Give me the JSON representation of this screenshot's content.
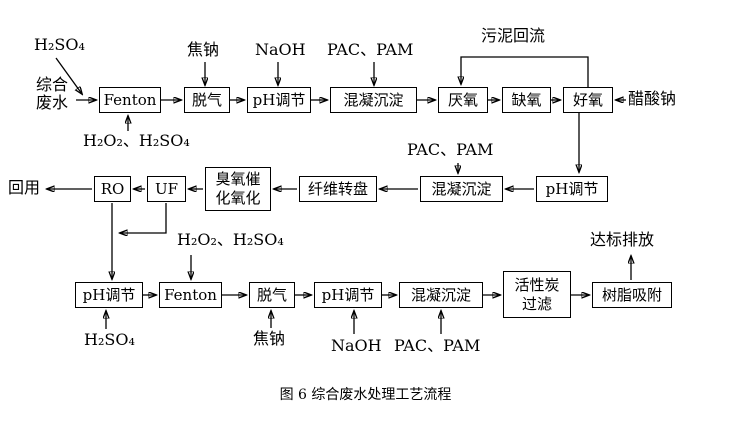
{
  "caption": "图 6 综合废水处理工艺流程",
  "labels": {
    "h2so4_top": "H₂SO₄",
    "soda_top": "焦钠",
    "naoh_top": "NaOH",
    "pac_pam_top": "PAC、PAM",
    "sludge_return": "污泥回流",
    "sodium_acetate": "醋酸钠",
    "h2o2_h2so4_row1": "H₂O₂、H₂SO₄",
    "pac_pam_row2": "PAC、PAM",
    "h2o2_h2so4_row3": "H₂O₂、H₂SO₄",
    "reuse": "回用",
    "discharge": "达标排放",
    "h2so4_bottom": "H₂SO₄",
    "soda_bottom": "焦钠",
    "naoh_bottom": "NaOH",
    "pac_pam_bottom": "PAC、PAM"
  },
  "row1": {
    "source": "综合\n废水",
    "fenton": "Fenton",
    "degas": "脱气",
    "ph_adjust": "pH调节",
    "coagulation": "混凝沉淀",
    "anaerobic": "厌氧",
    "anoxic": "缺氧",
    "aerobic": "好氧"
  },
  "row2": {
    "ph_adjust": "pH调节",
    "coagulation": "混凝沉淀",
    "fiber_disc": "纤维转盘",
    "ozone": "臭氧催\n化氧化",
    "uf": "UF",
    "ro": "RO"
  },
  "row3": {
    "ph_adjust_1": "pH调节",
    "fenton": "Fenton",
    "degas": "脱气",
    "ph_adjust_2": "pH调节",
    "coagulation": "混凝沉淀",
    "carbon_filter": "活性炭\n过滤",
    "resin": "树脂吸附"
  }
}
